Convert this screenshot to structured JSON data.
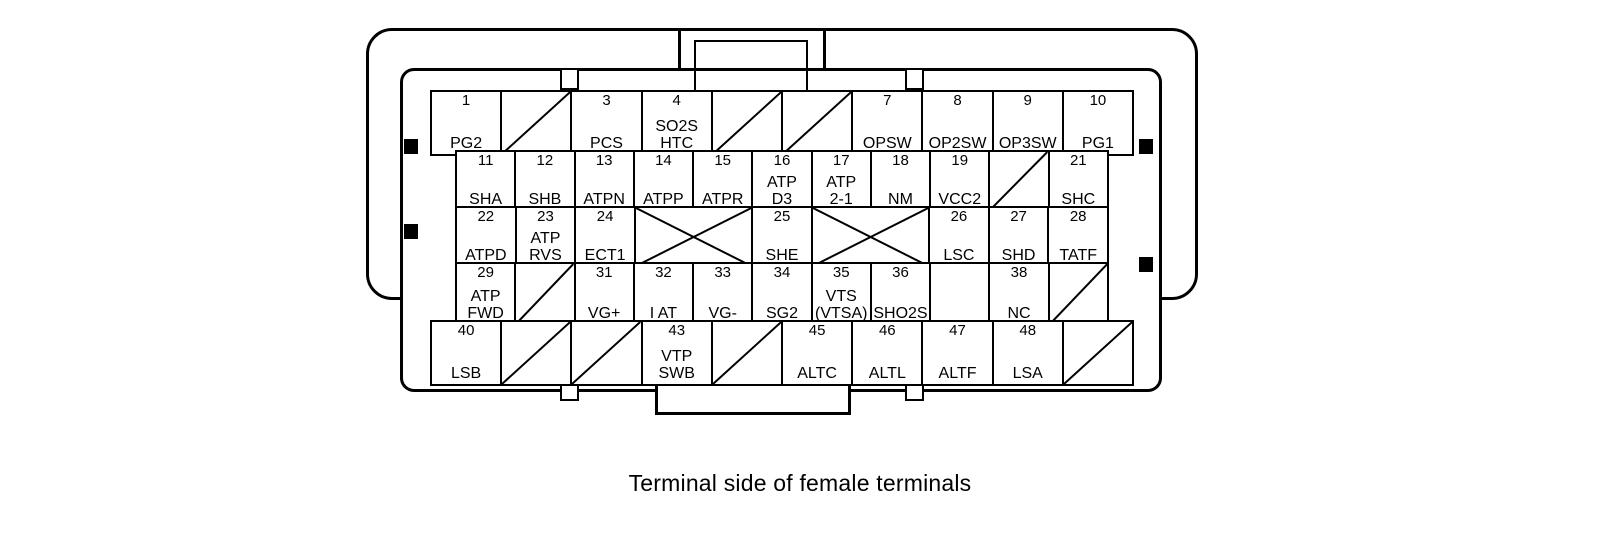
{
  "caption": "Terminal side of female terminals",
  "colors": {
    "line": "#000000",
    "background": "#ffffff"
  },
  "connector": {
    "rows": [
      {
        "cells": [
          {
            "type": "pin",
            "num": "1",
            "lines": [
              "PG2"
            ]
          },
          {
            "type": "slash"
          },
          {
            "type": "pin",
            "num": "3",
            "lines": [
              "PCS"
            ]
          },
          {
            "type": "pin",
            "num": "4",
            "lines": [
              "SO2S",
              "HTC"
            ]
          },
          {
            "type": "slash"
          },
          {
            "type": "slash"
          },
          {
            "type": "pin",
            "num": "7",
            "lines": [
              "OPSW"
            ]
          },
          {
            "type": "pin",
            "num": "8",
            "lines": [
              "OP2SW"
            ]
          },
          {
            "type": "pin",
            "num": "9",
            "lines": [
              "OP3SW"
            ]
          },
          {
            "type": "pin",
            "num": "10",
            "lines": [
              "PG1"
            ]
          }
        ]
      },
      {
        "cells": [
          {
            "type": "pin",
            "num": "11",
            "lines": [
              "SHA"
            ]
          },
          {
            "type": "pin",
            "num": "12",
            "lines": [
              "SHB"
            ]
          },
          {
            "type": "pin",
            "num": "13",
            "lines": [
              "ATPN"
            ]
          },
          {
            "type": "pin",
            "num": "14",
            "lines": [
              "ATPP"
            ]
          },
          {
            "type": "pin",
            "num": "15",
            "lines": [
              "ATPR"
            ]
          },
          {
            "type": "pin",
            "num": "16",
            "lines": [
              "ATP",
              "D3"
            ]
          },
          {
            "type": "pin",
            "num": "17",
            "lines": [
              "ATP",
              "2-1"
            ]
          },
          {
            "type": "pin",
            "num": "18",
            "lines": [
              "NM"
            ]
          },
          {
            "type": "pin",
            "num": "19",
            "lines": [
              "VCC2"
            ]
          },
          {
            "type": "slash"
          },
          {
            "type": "pin",
            "num": "21",
            "lines": [
              "SHC"
            ]
          }
        ]
      },
      {
        "cells": [
          {
            "type": "pin",
            "num": "22",
            "lines": [
              "ATPD"
            ]
          },
          {
            "type": "pin",
            "num": "23",
            "lines": [
              "ATP",
              "RVS"
            ]
          },
          {
            "type": "pin",
            "num": "24",
            "lines": [
              "ECT1"
            ]
          },
          {
            "type": "cross",
            "span": 2
          },
          {
            "type": "pin",
            "num": "25",
            "lines": [
              "SHE"
            ]
          },
          {
            "type": "cross",
            "span": 2
          },
          {
            "type": "pin",
            "num": "26",
            "lines": [
              "LSC"
            ]
          },
          {
            "type": "pin",
            "num": "27",
            "lines": [
              "SHD"
            ]
          },
          {
            "type": "pin",
            "num": "28",
            "lines": [
              "TATF"
            ]
          }
        ]
      },
      {
        "cells": [
          {
            "type": "pin",
            "num": "29",
            "lines": [
              "ATP",
              "FWD"
            ]
          },
          {
            "type": "slash"
          },
          {
            "type": "pin",
            "num": "31",
            "lines": [
              "VG+"
            ]
          },
          {
            "type": "pin",
            "num": "32",
            "lines": [
              "I AT"
            ]
          },
          {
            "type": "pin",
            "num": "33",
            "lines": [
              "VG-"
            ]
          },
          {
            "type": "pin",
            "num": "34",
            "lines": [
              "SG2"
            ]
          },
          {
            "type": "pin",
            "num": "35",
            "lines": [
              "VTS",
              "(VTSA)"
            ]
          },
          {
            "type": "pin",
            "num": "36",
            "lines": [
              "SHO2S"
            ]
          },
          {
            "type": "blank"
          },
          {
            "type": "pin",
            "num": "38",
            "lines": [
              "NC"
            ]
          },
          {
            "type": "slash"
          }
        ]
      },
      {
        "cells": [
          {
            "type": "pin",
            "num": "40",
            "lines": [
              "LSB"
            ]
          },
          {
            "type": "slash"
          },
          {
            "type": "slash"
          },
          {
            "type": "pin",
            "num": "43",
            "lines": [
              "VTP",
              "SWB"
            ]
          },
          {
            "type": "slash"
          },
          {
            "type": "pin",
            "num": "45",
            "lines": [
              "ALTC"
            ]
          },
          {
            "type": "pin",
            "num": "46",
            "lines": [
              "ALTL"
            ]
          },
          {
            "type": "pin",
            "num": "47",
            "lines": [
              "ALTF"
            ]
          },
          {
            "type": "pin",
            "num": "48",
            "lines": [
              "LSA"
            ]
          },
          {
            "type": "slash"
          }
        ]
      }
    ]
  }
}
